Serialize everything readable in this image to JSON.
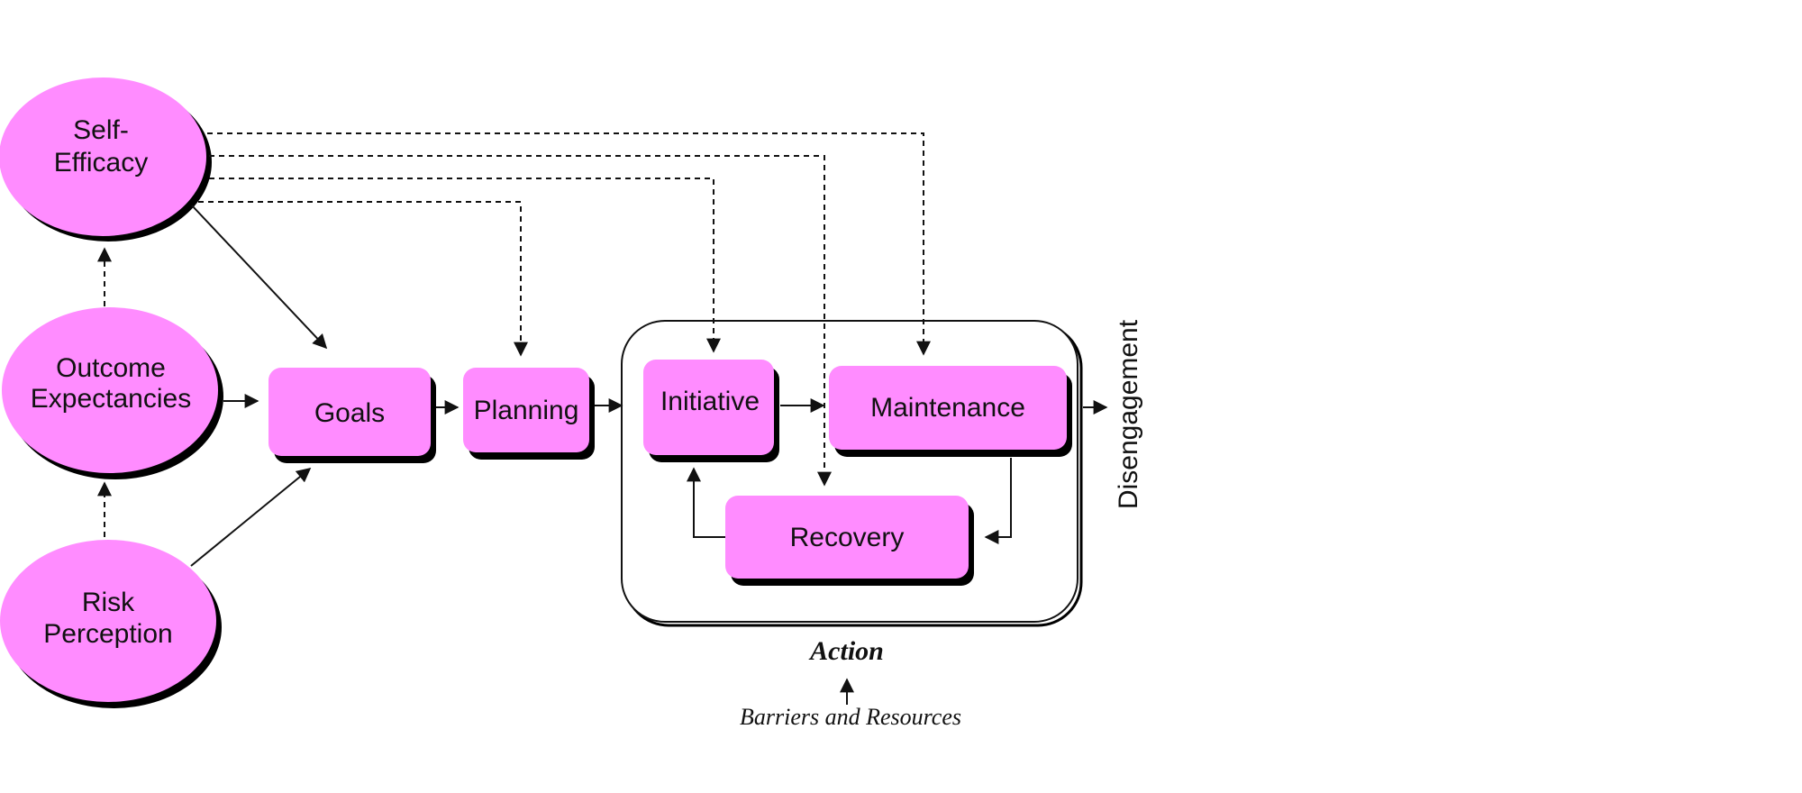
{
  "colors": {
    "node_fill": "#FF8CFF",
    "shadow": "#000000",
    "line": "#111111",
    "background": "#FFFFFF"
  },
  "nodes": {
    "self_efficacy": {
      "line1": "Self-",
      "line2": "Efficacy"
    },
    "outcome_expectancies": {
      "line1": "Outcome",
      "line2": "Expectancies"
    },
    "risk_perception": {
      "line1": "Risk",
      "line2": "Perception"
    },
    "goals": "Goals",
    "planning": "Planning",
    "initiative": "Initiative",
    "maintenance": "Maintenance",
    "recovery": "Recovery",
    "disengagement": "Disengagement"
  },
  "action_group": {
    "label": "Action"
  },
  "barriers": {
    "label": "Barriers and Resources"
  }
}
